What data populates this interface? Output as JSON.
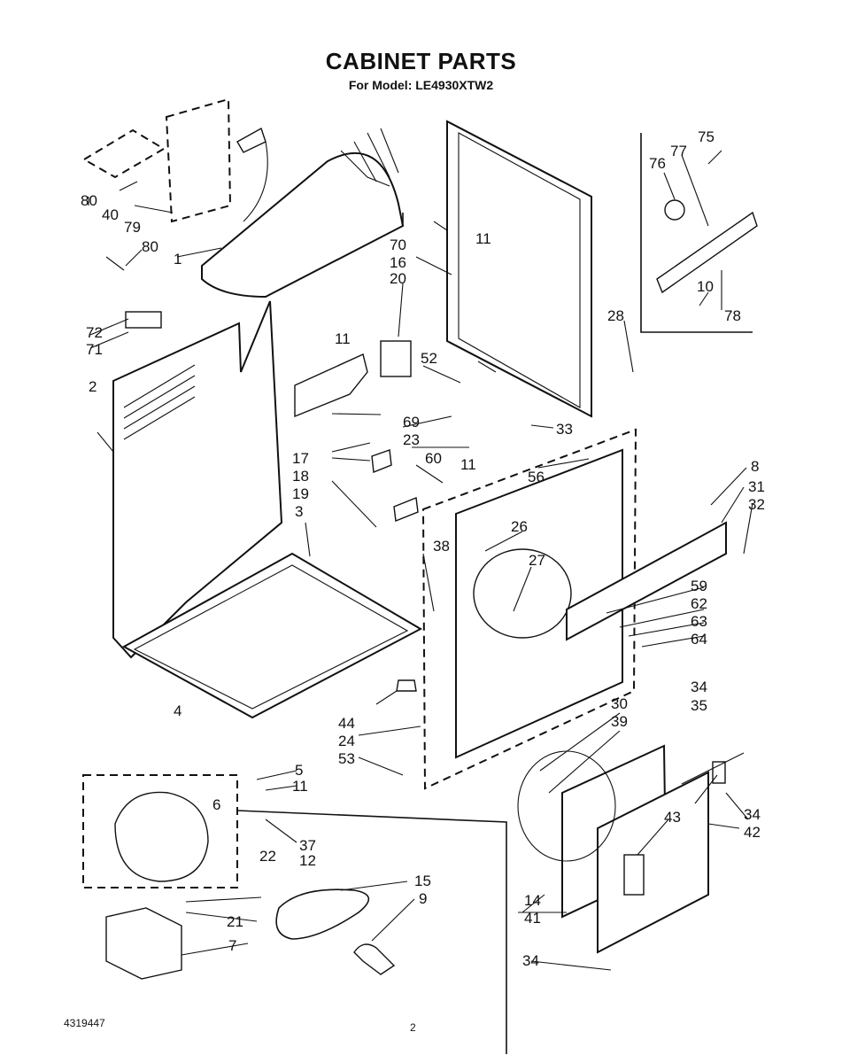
{
  "header": {
    "title": "CABINET PARTS",
    "subtitle": "For Model: LE4930XTW2"
  },
  "footer": {
    "doc_number": "4319447",
    "page_number": "2"
  },
  "callouts": [
    "1",
    "2",
    "3",
    "4",
    "5",
    "6",
    "7",
    "8",
    "9",
    "10",
    "11",
    "11",
    "11",
    "11",
    "11",
    "12",
    "14",
    "15",
    "16",
    "17",
    "18",
    "19",
    "20",
    "21",
    "22",
    "23",
    "24",
    "26",
    "27",
    "28",
    "30",
    "31",
    "32",
    "33",
    "34",
    "34",
    "34",
    "34",
    "35",
    "37",
    "38",
    "39",
    "40",
    "41",
    "42",
    "43",
    "44",
    "52",
    "53",
    "56",
    "59",
    "60",
    "62",
    "63",
    "64",
    "69",
    "70",
    "71",
    "72",
    "75",
    "76",
    "77",
    "78",
    "79",
    "80",
    "80"
  ]
}
